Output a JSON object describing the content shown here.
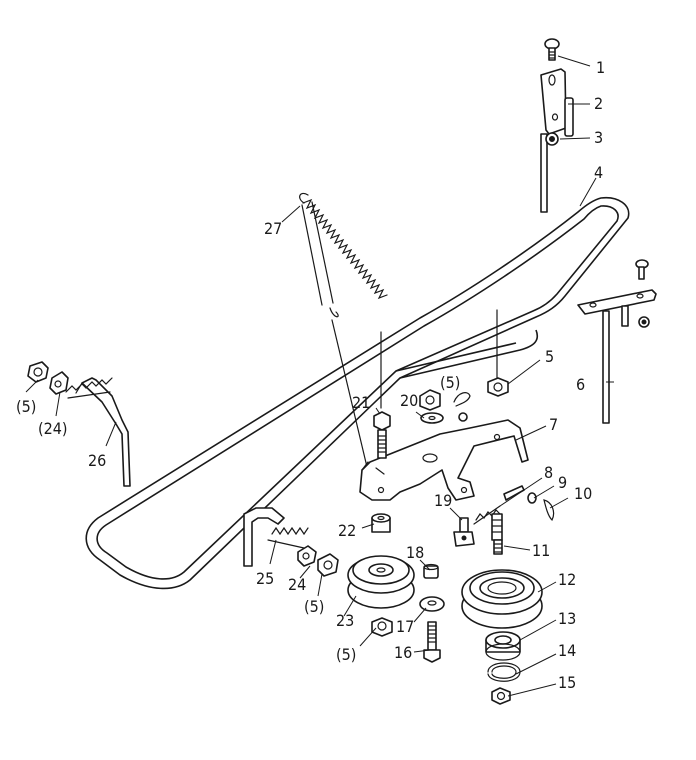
{
  "labels": {
    "p1": "1",
    "p2": "2",
    "p3": "3",
    "p4": "4",
    "p5": "5",
    "p6": "6",
    "p7": "7",
    "p8": "8",
    "p9": "9",
    "p10": "10",
    "p11": "11",
    "p12": "12",
    "p13": "13",
    "p14": "14",
    "p15": "15",
    "p16": "16",
    "p17": "17",
    "p18": "18",
    "p19": "19",
    "p20": "20",
    "p21": "21",
    "p22": "22",
    "p23": "23",
    "p24": "24",
    "p25": "25",
    "p26": "26",
    "p27": "27",
    "ref5_left": "(5)",
    "ref24_left": "(24)",
    "ref5_top": "(5)",
    "ref5_mid": "(5)",
    "ref5_bottom": "(5)"
  }
}
